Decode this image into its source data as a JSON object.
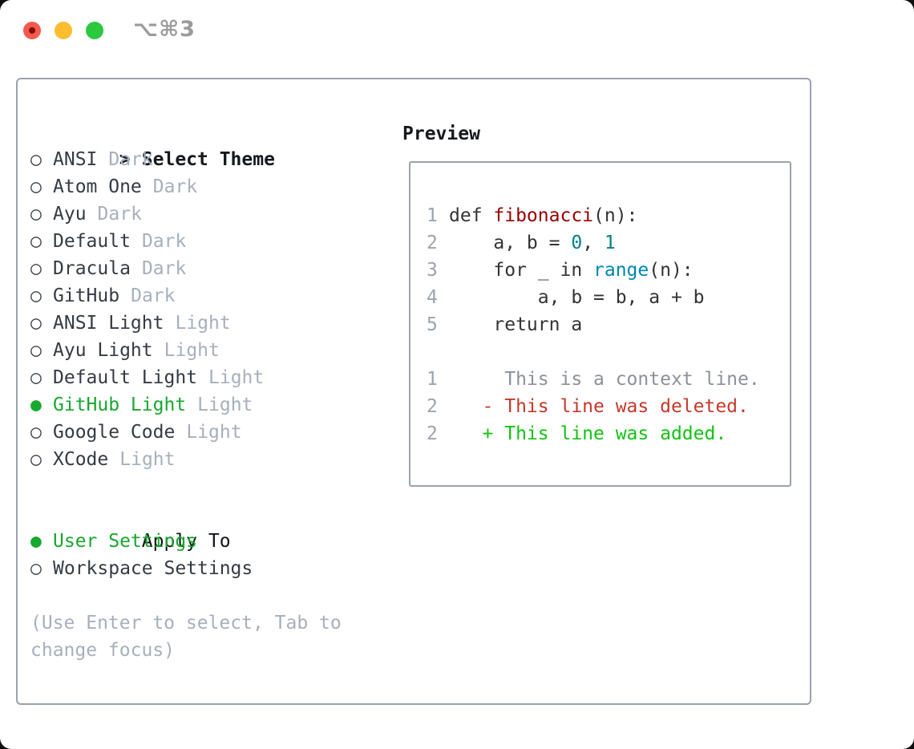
{
  "titlebar": {
    "shortcut": "⌥⌘3"
  },
  "theme_panel": {
    "title_prefix": ">",
    "title": "Select Theme",
    "radio_unselected_icon": "○",
    "radio_selected_icon": "●",
    "items": [
      {
        "name": "ANSI",
        "tag": "Dark",
        "selected": false
      },
      {
        "name": "Atom One",
        "tag": "Dark",
        "selected": false
      },
      {
        "name": "Ayu",
        "tag": "Dark",
        "selected": false
      },
      {
        "name": "Default",
        "tag": "Dark",
        "selected": false
      },
      {
        "name": "Dracula",
        "tag": "Dark",
        "selected": false
      },
      {
        "name": "GitHub",
        "tag": "Dark",
        "selected": false
      },
      {
        "name": "ANSI Light",
        "tag": "Light",
        "selected": false
      },
      {
        "name": "Ayu Light",
        "tag": "Light",
        "selected": false
      },
      {
        "name": "Default Light",
        "tag": "Light",
        "selected": false
      },
      {
        "name": "GitHub Light",
        "tag": "Light",
        "selected": true
      },
      {
        "name": "Google Code",
        "tag": "Light",
        "selected": false
      },
      {
        "name": "XCode",
        "tag": "Light",
        "selected": false
      }
    ],
    "apply_to": {
      "title": "Apply To",
      "options": [
        {
          "label": "User Settings",
          "selected": true
        },
        {
          "label": "Workspace Settings",
          "selected": false
        }
      ]
    },
    "hint_lines": [
      "(Use Enter to select, Tab to",
      "change focus)"
    ]
  },
  "preview": {
    "title": "Preview",
    "code_lines": [
      {
        "num": "1",
        "tokens": [
          {
            "t": "def ",
            "c": "code"
          },
          {
            "t": "fibonacci",
            "c": "func"
          },
          {
            "t": "(n):",
            "c": "code"
          }
        ]
      },
      {
        "num": "2",
        "tokens": [
          {
            "t": "    a, b = ",
            "c": "code"
          },
          {
            "t": "0",
            "c": "num"
          },
          {
            "t": ", ",
            "c": "code"
          },
          {
            "t": "1",
            "c": "num"
          }
        ]
      },
      {
        "num": "3",
        "tokens": [
          {
            "t": "    for _ in ",
            "c": "code"
          },
          {
            "t": "range",
            "c": "builtin"
          },
          {
            "t": "(n):",
            "c": "code"
          }
        ]
      },
      {
        "num": "4",
        "tokens": [
          {
            "t": "        a, b = b, a + b",
            "c": "code"
          }
        ]
      },
      {
        "num": "5",
        "tokens": [
          {
            "t": "    return a",
            "c": "code"
          }
        ]
      },
      {
        "num": "",
        "tokens": []
      },
      {
        "num": "1",
        "tokens": [
          {
            "t": "     This is a context line.",
            "c": "ctx"
          }
        ]
      },
      {
        "num": "2",
        "tokens": [
          {
            "t": "   - This line was deleted.",
            "c": "del"
          }
        ]
      },
      {
        "num": "2",
        "tokens": [
          {
            "t": "   + This line was added.",
            "c": "add"
          }
        ]
      }
    ]
  },
  "colors": {
    "selected_green": "#17a82f",
    "added_green": "#12c312",
    "deleted_red": "#c4392b",
    "context_gray": "#8b9299",
    "line_number_gray": "#9ba4af",
    "tag_gray": "#a6b0bc",
    "border_gray": "#9aa3ae",
    "header_black": "#16191d",
    "item_text": "#343b43",
    "code_text": "#333333",
    "function_red": "#990000",
    "number_teal": "#008080",
    "builtin_blue": "#0086b3",
    "traffic_red": "#f4594e",
    "traffic_yellow": "#fcbd2e",
    "traffic_green": "#2bc840",
    "shortcut_gray": "#9b9b9b"
  }
}
